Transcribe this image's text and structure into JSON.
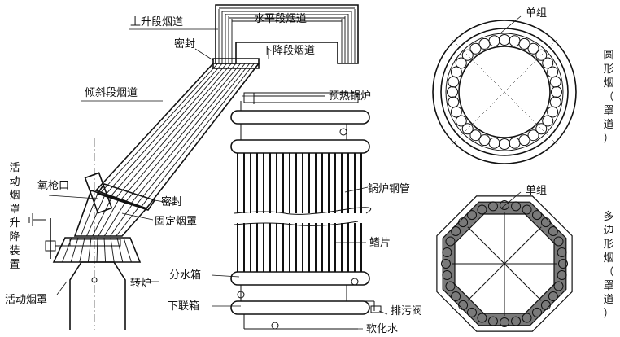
{
  "labels": {
    "upper_rising": "上升段烟道",
    "horizontal": "水平段烟道",
    "seal_top": "密封",
    "lower_descending": "下降段烟道",
    "inclined": "倾斜段烟道",
    "preheat_boiler": "预热锅炉",
    "movable_hood_lift": "活动烟罩升降装置",
    "oxygen_lance": "氧枪口",
    "seal_mid": "密封",
    "boiler_tube": "锅炉钢管",
    "fixed_hood": "固定烟罩",
    "fin": "鳍片",
    "converter": "转炉",
    "water_box": "分水箱",
    "movable_hood": "活动烟罩",
    "lower_header": "下联箱",
    "blowdown_valve": "排污阀",
    "soft_water": "软化水",
    "single_group_top": "单组",
    "round_flue": "圆形烟（罩道）",
    "single_group_bottom": "单组",
    "polygon_flue": "多边形烟（罩道）"
  },
  "vertical_texts": {
    "movable_hood_lift": [
      "活",
      "动",
      "烟",
      "罩",
      "升",
      "降",
      "装",
      "置"
    ],
    "round_flue": [
      "圆",
      "形",
      "烟",
      "（",
      "罩",
      "道",
      "）"
    ],
    "polygon_flue": [
      "多",
      "边",
      "形",
      "烟",
      "（",
      "罩",
      "道",
      "）"
    ]
  }
}
